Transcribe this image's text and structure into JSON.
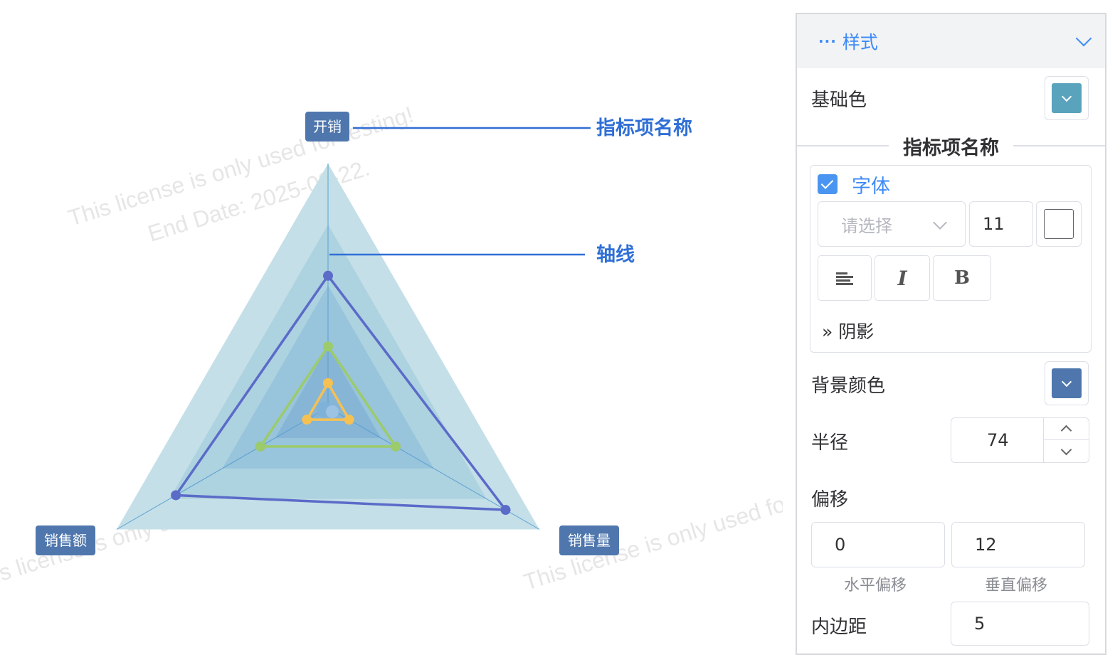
{
  "chart_data": {
    "type": "radar",
    "indicators": [
      "开销",
      "销售额",
      "销售量"
    ],
    "radar_max": 100,
    "split_number": 4,
    "series": [
      {
        "color": "#5b6bc8",
        "values": [
          54,
          84,
          72
        ]
      },
      {
        "color": "#9ccb6b",
        "values": [
          25,
          32,
          32
        ]
      },
      {
        "color": "#f5c153",
        "values": [
          10,
          10,
          10
        ]
      }
    ],
    "annotations": [
      "指标项名称",
      "轴线"
    ],
    "watermark": [
      "This license is only used for testing!",
      "End Date: 2025-08-22."
    ]
  },
  "panel": {
    "section_title": "样式",
    "base_color_label": "基础色",
    "base_color": "#5aa3bd",
    "indicator_name_title": "指标项名称",
    "font": {
      "checkbox_label": "字体",
      "checked": true,
      "family_placeholder": "请选择",
      "size": "11",
      "color": "#ffffff",
      "shadow_label": "阴影"
    },
    "bg_color_label": "背景颜色",
    "bg_color": "#4f77ad",
    "radius_label": "半径",
    "radius_value": "74",
    "offset_label": "偏移",
    "offset_x": "0",
    "offset_y": "12",
    "offset_x_label": "水平偏移",
    "offset_y_label": "垂直偏移",
    "padding_label": "内边距",
    "padding_value": "5"
  }
}
